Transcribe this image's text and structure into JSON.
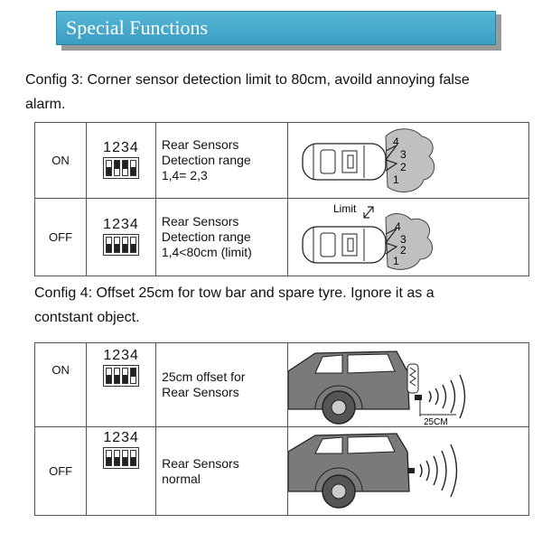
{
  "header": {
    "title": "Special Functions",
    "accent": "#46aacd"
  },
  "config3": {
    "text_line1": "Config 3: Corner sensor detection limit to 80cm, avoild annoying false",
    "text_line2": "alarm.",
    "rows": [
      {
        "state": "ON",
        "dip_label": "1234",
        "switches": [
          "off",
          "on",
          "on",
          "off"
        ],
        "desc": [
          "Rear Sensors",
          "Detection range",
          "1,4= 2,3"
        ],
        "sensor_labels": [
          "4",
          "3",
          "2",
          "1"
        ]
      },
      {
        "state": "OFF",
        "dip_label": "1234",
        "switches": [
          "off",
          "off",
          "off",
          "off"
        ],
        "desc": [
          "Rear Sensors",
          "Detection range",
          "1,4<80cm (limit)"
        ],
        "limit_label": "Limit",
        "sensor_labels": [
          "4",
          "3",
          "2",
          "1"
        ]
      }
    ]
  },
  "config4": {
    "text_line1": "Config 4: Offset 25cm for tow bar and spare tyre. Ignore it as a",
    "text_line2": "contstant object.",
    "rows": [
      {
        "state": "ON",
        "dip_label": "1234",
        "switches": [
          "off",
          "off",
          "off",
          "on"
        ],
        "desc": [
          "25cm offset for",
          "Rear Sensors"
        ],
        "offset_label": "25CM"
      },
      {
        "state": "OFF",
        "dip_label": "1234",
        "switches": [
          "off",
          "off",
          "off",
          "off"
        ],
        "desc": [
          "Rear Sensors",
          "normal"
        ]
      }
    ]
  }
}
